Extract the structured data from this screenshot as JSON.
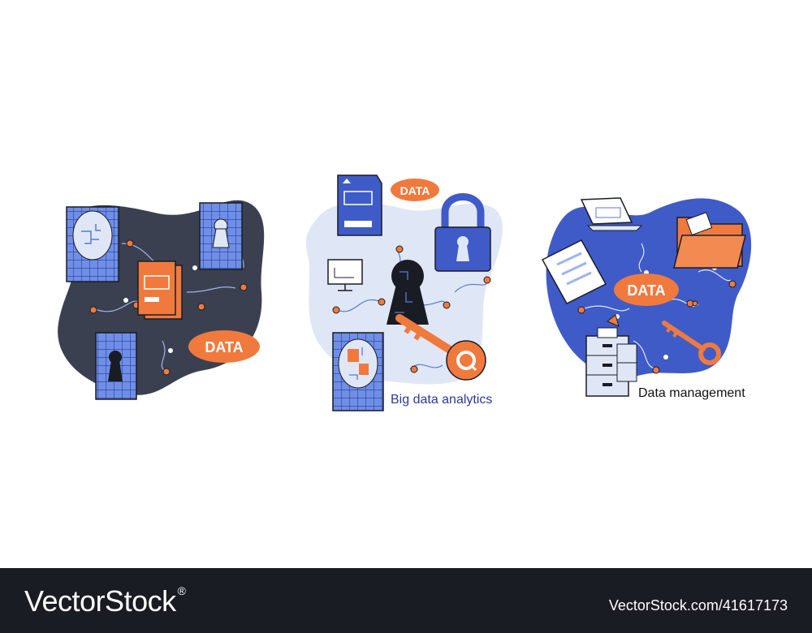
{
  "scenes": [
    {
      "badge": "DATA"
    },
    {
      "badge": "DATA",
      "caption": "Big data analytics"
    },
    {
      "badge": "DATA",
      "caption": "Data management"
    }
  ],
  "footer": {
    "brand": "VectorStock",
    "registered": "®",
    "url": "VectorStock.com/41617173"
  },
  "colors": {
    "navy": "#3a4050",
    "orange": "#f07a3e",
    "blue": "#5a78d6",
    "royal": "#3f5bc8",
    "pale": "#dfe7f6",
    "footer": "#1a1c24"
  }
}
